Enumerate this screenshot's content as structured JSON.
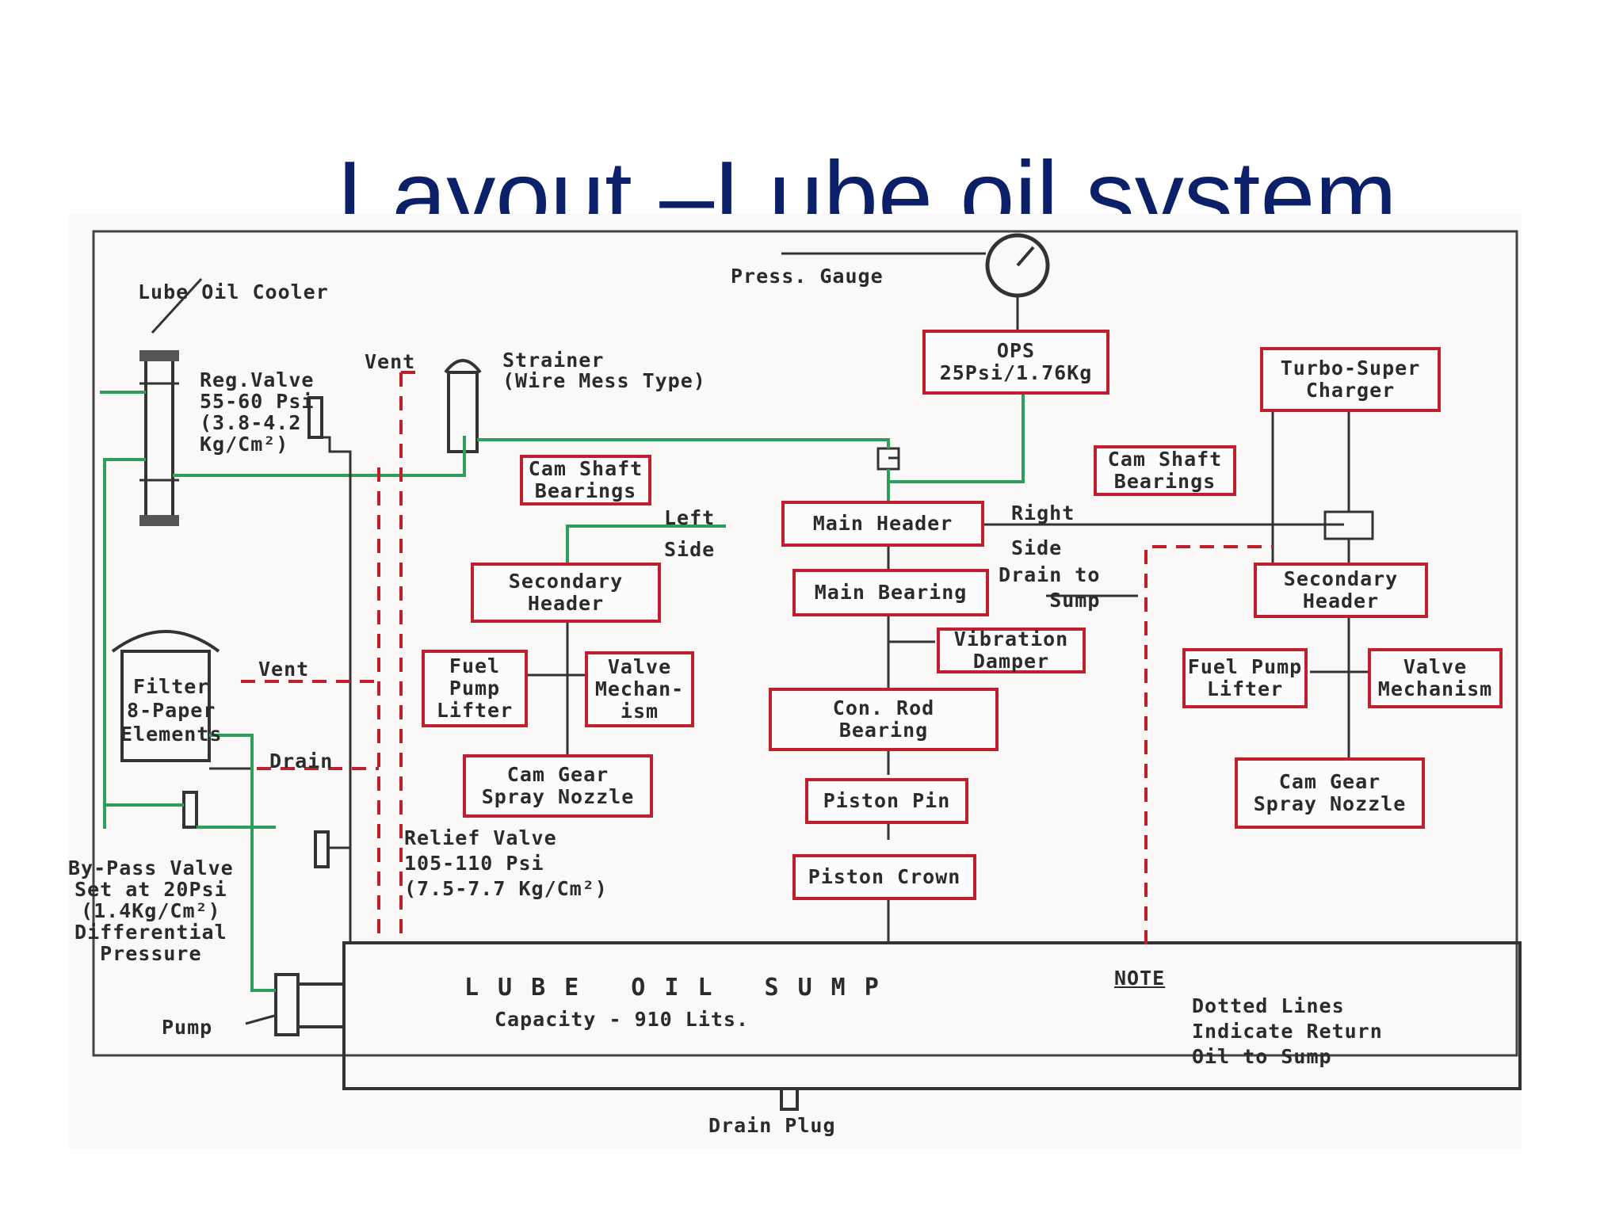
{
  "slide": {
    "title": "Layout –Lube oil system"
  },
  "diagram": {
    "labels": {
      "lube_oil_cooler": "Lube Oil Cooler",
      "press_gauge": "Press. Gauge",
      "vent_top": "Vent",
      "strainer": "Strainer\n(Wire Mess Type)",
      "reg_valve": "Reg.Valve\n55-60 Psi\n(3.8-4.2\nKg/Cm²)",
      "left_side": "Left\nSide",
      "right_side": "Right\nSide",
      "drain_to_sump": "Drain to\nSump",
      "vent_filter": "Vent",
      "drain_filter": "Drain",
      "filter": "Filter\n8-Paper\nElements",
      "relief_valve": "Relief Valve\n105-110 Psi\n(7.5-7.7 Kg/Cm²)",
      "bypass_valve": "By-Pass Valve\nSet at 20Psi\n(1.4Kg/Cm²)\nDifferential\nPressure",
      "pump": "Pump",
      "drain_plug": "Drain Plug"
    },
    "boxes": {
      "ops": "OPS\n25Psi/1.76Kg",
      "turbo": "Turbo-Super\nCharger",
      "cam_shaft_left": "Cam Shaft\nBearings",
      "cam_shaft_right": "Cam Shaft\nBearings",
      "main_header": "Main Header",
      "secondary_left": "Secondary\nHeader",
      "secondary_right": "Secondary\nHeader",
      "main_bearing": "Main Bearing",
      "vibration_damper": "Vibration\nDamper",
      "fuel_pump_left": "Fuel\nPump\nLifter",
      "valve_mech_left": "Valve\nMechan-\nism",
      "fuel_pump_right": "Fuel Pump\nLifter",
      "valve_mech_right": "Valve\nMechanism",
      "con_rod": "Con. Rod\nBearing",
      "cam_gear_left": "Cam Gear\nSpray Nozzle",
      "cam_gear_right": "Cam Gear\nSpray Nozzle",
      "piston_pin": "Piston Pin",
      "piston_crown": "Piston Crown"
    },
    "sump": {
      "title": "LUBE OIL SUMP",
      "capacity": "Capacity - 910 Lits."
    },
    "note": {
      "heading": "NOTE",
      "text": "Dotted Lines\nIndicate Return\nOil to Sump"
    },
    "colors": {
      "supply_line": "#2e9e5c",
      "box_border": "#c0202e",
      "return_line": "#c0202e",
      "title": "#0c2069"
    }
  }
}
